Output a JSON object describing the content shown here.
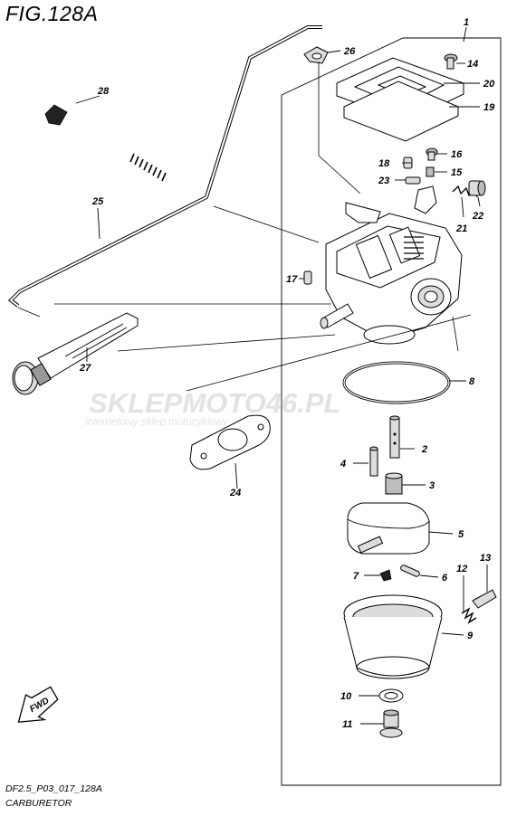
{
  "figure_title": "FIG.128A",
  "footer": {
    "code": "DF2.5_P03_017_128A",
    "name": "CARBURETOR"
  },
  "watermark": {
    "main": "SKLEPMOTO46.PL",
    "sub": "internetowy sklep motocyklowy"
  },
  "fwd_label": "FWD",
  "callouts": [
    "1",
    "2",
    "3",
    "4",
    "5",
    "6",
    "7",
    "8",
    "9",
    "10",
    "11",
    "12",
    "13",
    "14",
    "15",
    "16",
    "17",
    "18",
    "19",
    "20",
    "21",
    "22",
    "23",
    "24",
    "25",
    "26",
    "27",
    "28"
  ]
}
